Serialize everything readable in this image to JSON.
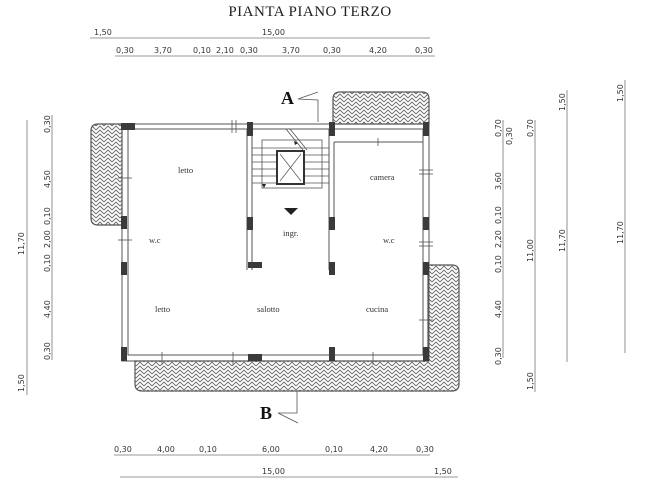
{
  "title": "PIANTA PIANO TERZO",
  "section_markers": {
    "top": "A",
    "bottom": "B"
  },
  "rooms": {
    "letto_top": "letto",
    "wc_left": "w.c",
    "letto_bottom": "letto",
    "ingresso": "ingr.",
    "salotto": "salotto",
    "camera": "camera",
    "wc_right": "w.c",
    "cucina": "cucina"
  },
  "dims_top": {
    "overall": {
      "left": "1,50",
      "total": "15,00"
    },
    "partial": [
      "0,30",
      "3,70",
      "0,10",
      "2,10",
      "0,30",
      "3,70",
      "0,30",
      "4,20",
      "0,30"
    ]
  },
  "dims_bottom": {
    "partial": [
      "0,30",
      "4,00",
      "0,10",
      "6,00",
      "0,10",
      "4,20",
      "0,30"
    ],
    "overall": {
      "total": "15,00",
      "right": "1,50"
    }
  },
  "dims_left": {
    "total": "11,70",
    "bottom_extra": "1,50",
    "partial": [
      "0,30",
      "4,50",
      "0,10",
      "2,00",
      "0,10",
      "4,40",
      "0,30"
    ]
  },
  "dims_right": {
    "chain1": [
      "0,70",
      "0,30",
      "3,60",
      "0,10",
      "2,20",
      "0,10",
      "4,40",
      "0,30"
    ],
    "chain2": {
      "top": "0,70",
      "total": "11,00",
      "bottom": "1,50"
    },
    "chain3": {
      "top": "1,50",
      "total": "11,70"
    },
    "chain4": {
      "top": "1,50",
      "total": "11,70"
    }
  },
  "colors": {
    "line": "#555555",
    "pillar": "#3a3a3a",
    "hatch": "#777777"
  }
}
